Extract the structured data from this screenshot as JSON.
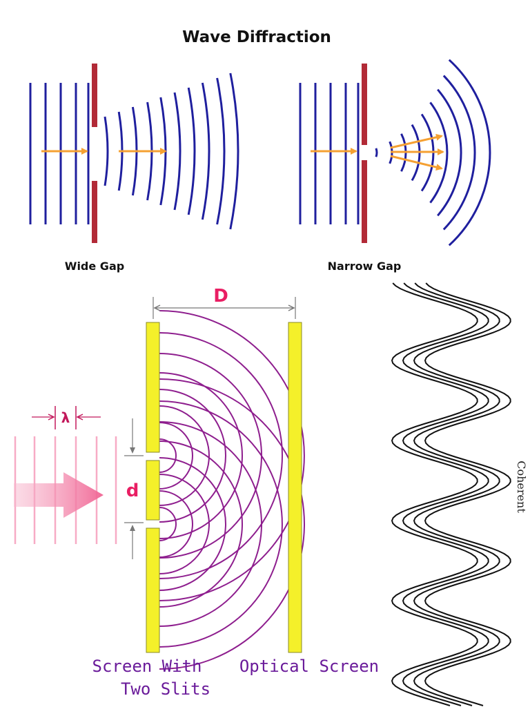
{
  "title": "Wave Diffraction",
  "captions": {
    "wide_gap": "Wide Gap",
    "narrow_gap": "Narrow Gap"
  },
  "double_slit": {
    "distance_label": "D",
    "slit_separation_label": "d",
    "wavelength_label": "λ",
    "slit_screen_label_line1": "Screen With",
    "slit_screen_label_line2": "Two Slits",
    "optical_screen_label": "Optical Screen"
  },
  "coherent_label": "Coherent",
  "colors": {
    "wave_blue": "#1f1f9e",
    "barrier_red": "#b22a37",
    "arrow_orange": "#f5a032",
    "screen_yellow": "#f4f02a",
    "arc_purple": "#8e1e8e",
    "text_purple": "#6a1b9a",
    "dim_pink": "#e91e63",
    "incident_pink": "#f48fb1"
  }
}
